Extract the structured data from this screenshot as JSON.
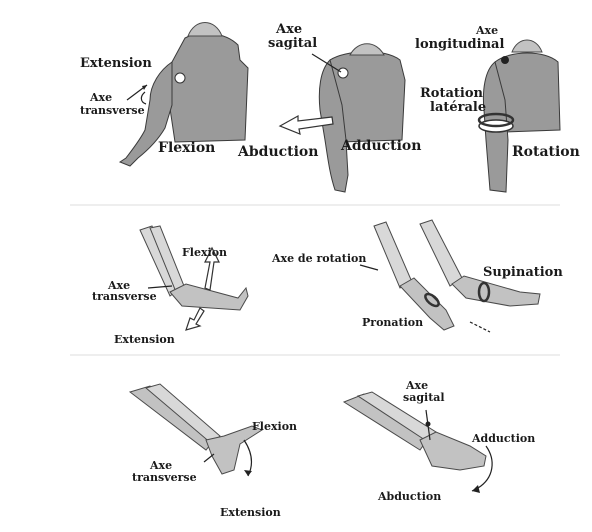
{
  "panels": {
    "shoulder_flexion": {
      "extension": "Extension",
      "axe_transverse_1": "Axe",
      "axe_transverse_2": "transverse",
      "flexion": "Flexion"
    },
    "shoulder_abduction": {
      "axe_sagital_1": "Axe",
      "axe_sagital_2": "sagital",
      "abduction": "Abduction",
      "adduction": "Adduction"
    },
    "shoulder_rotation": {
      "axe_longitudinal_1": "Axe",
      "axe_longitudinal_2": "longitudinal",
      "rotation_laterale_1": "Rotation",
      "rotation_laterale_2": "latérale",
      "rotation": "Rotation"
    },
    "elbow_flexion": {
      "flexion": "Flexion",
      "axe_transverse_1": "Axe",
      "axe_transverse_2": "transverse",
      "extension": "Extension"
    },
    "forearm_rotation": {
      "axe_de_rotation": "Axe de rotation",
      "supination": "Supination",
      "pronation": "Pronation"
    },
    "wrist_flexion": {
      "flexion": "Flexion",
      "axe_transverse_1": "Axe",
      "axe_transverse_2": "transverse",
      "extension": "Extension"
    },
    "wrist_adduction": {
      "axe_sagital_1": "Axe",
      "axe_sagital_2": "sagital",
      "adduction": "Adduction",
      "abduction": "Abduction"
    }
  }
}
